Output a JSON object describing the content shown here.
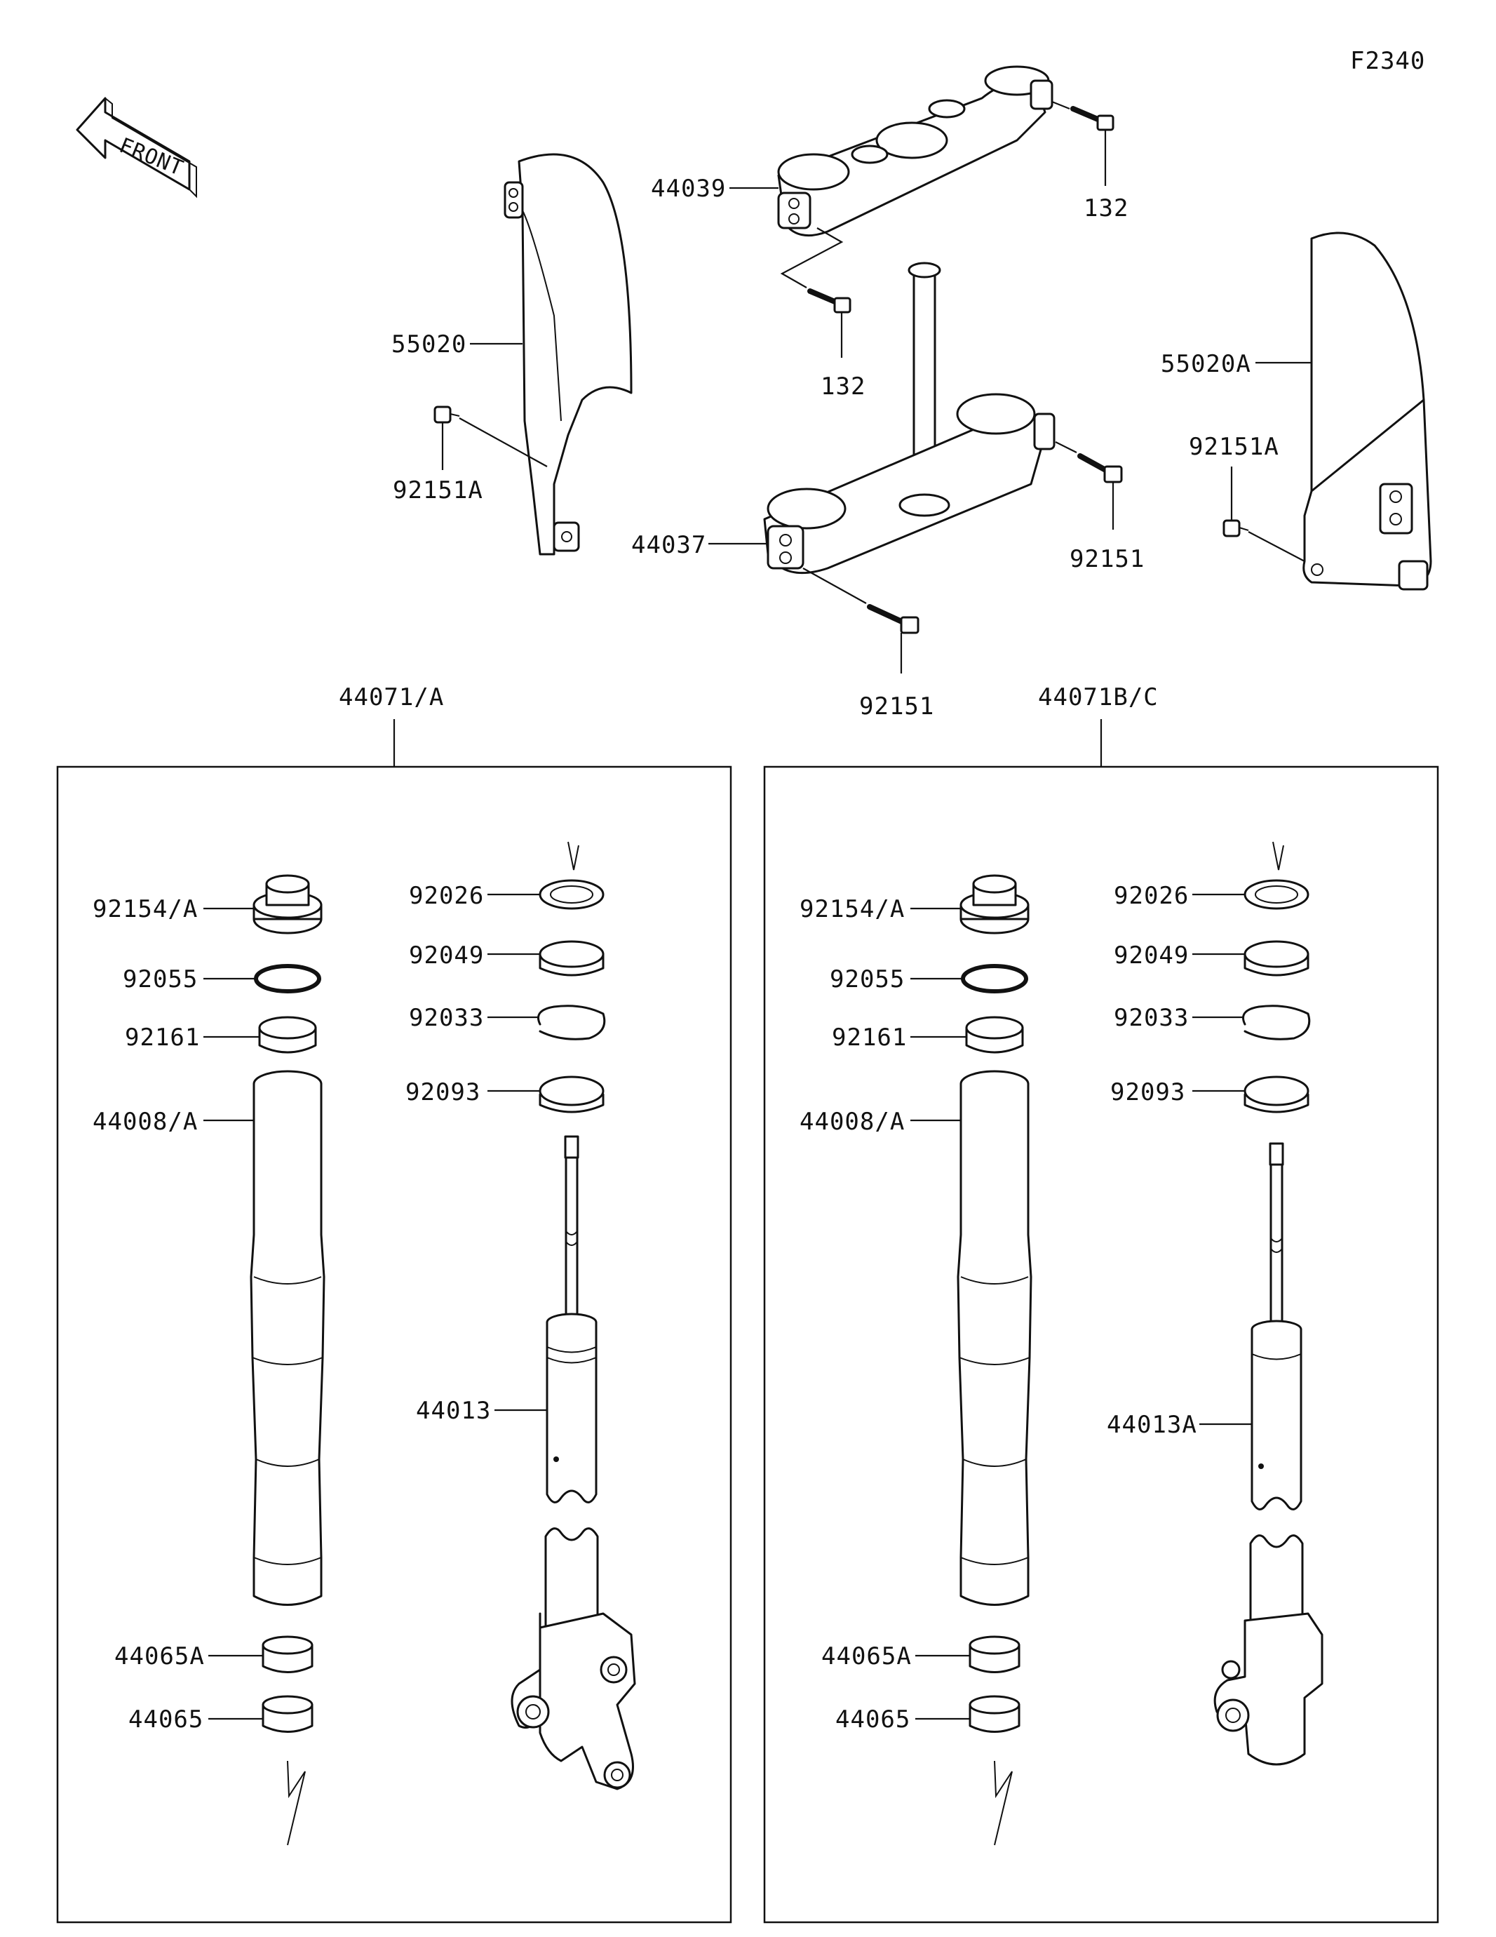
{
  "figure_code": "F2340",
  "front_label": "FRONT",
  "labels": {
    "p44039": "44039",
    "p132_top": "132",
    "p132_mid": "132",
    "p55020": "55020",
    "p92151A_left": "92151A",
    "p44037": "44037",
    "p92151_right": "92151",
    "p92151_bottom": "92151",
    "p55020A": "55020A",
    "p92151A_right": "92151A",
    "assy_left": "44071/A",
    "assy_right": "44071B/C"
  },
  "left_box": {
    "left_col": [
      "92154/A",
      "92055",
      "92161",
      "44008/A",
      "44065A",
      "44065"
    ],
    "right_col": [
      "92026",
      "92049",
      "92033",
      "92093",
      "44013"
    ]
  },
  "right_box": {
    "left_col": [
      "92154/A",
      "92055",
      "92161",
      "44008/A",
      "44065A",
      "44065"
    ],
    "right_col": [
      "92026",
      "92049",
      "92033",
      "92093",
      "44013A"
    ]
  }
}
